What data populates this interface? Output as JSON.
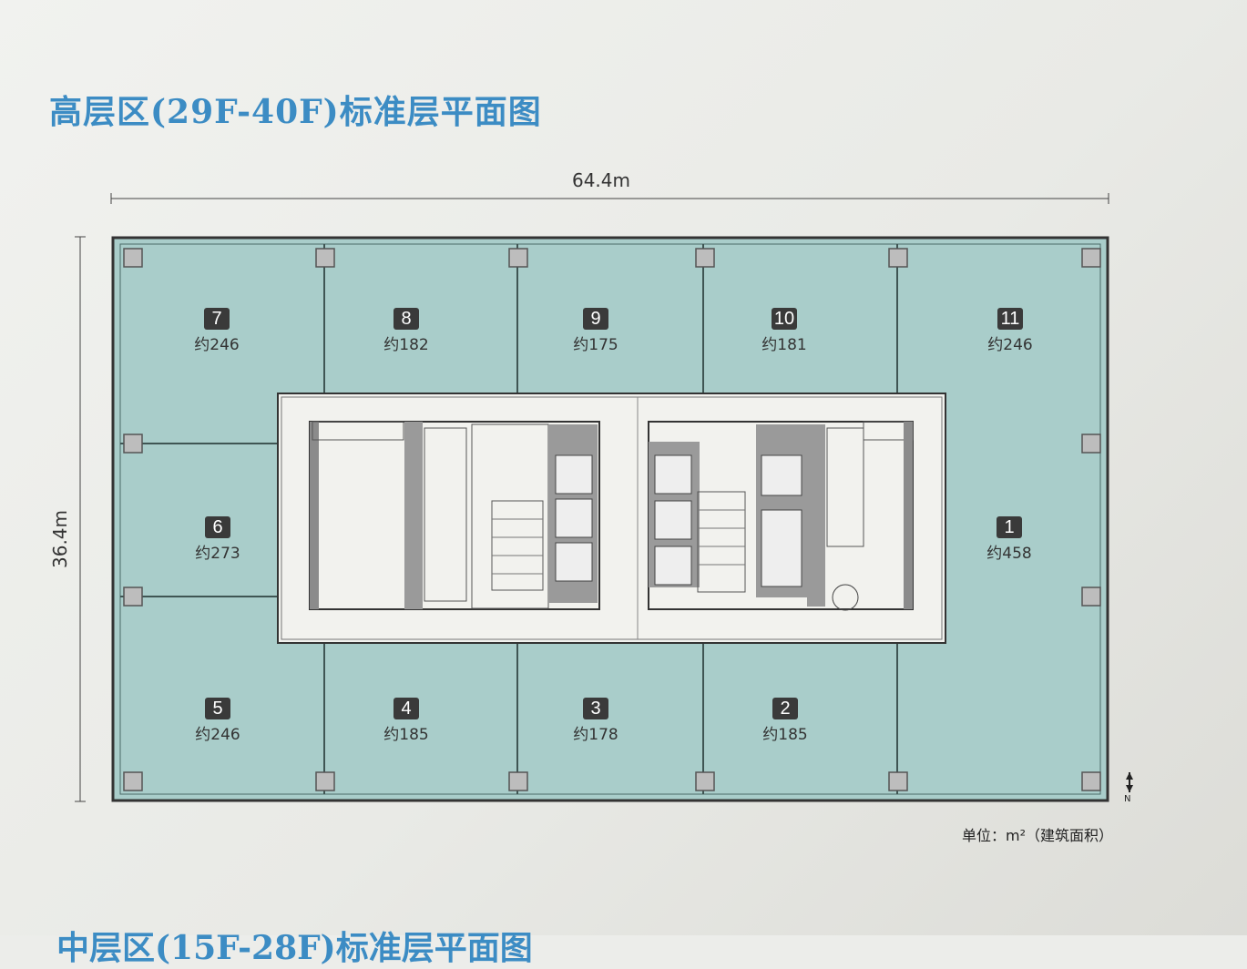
{
  "title": "高层区(29F-40F)标准层平面图",
  "next_title": "中层区(15F-28F)标准层平面图",
  "dimensions": {
    "width": "64.4m",
    "depth": "36.4m"
  },
  "unit_note": "单位：m²（建筑面积）",
  "north_label": "N",
  "units": [
    {
      "id": "7",
      "area": "约246"
    },
    {
      "id": "8",
      "area": "约182"
    },
    {
      "id": "9",
      "area": "约175"
    },
    {
      "id": "10",
      "area": "约181"
    },
    {
      "id": "11",
      "area": "约246"
    },
    {
      "id": "6",
      "area": "约273"
    },
    {
      "id": "1",
      "area": "约458"
    },
    {
      "id": "5",
      "area": "约246"
    },
    {
      "id": "4",
      "area": "约185"
    },
    {
      "id": "3",
      "area": "约178"
    },
    {
      "id": "2",
      "area": "约185"
    }
  ],
  "colors": {
    "office": "#a9cdca",
    "core": "#f2f2ee",
    "walls": "#333333",
    "title": "#3c8cc4"
  }
}
